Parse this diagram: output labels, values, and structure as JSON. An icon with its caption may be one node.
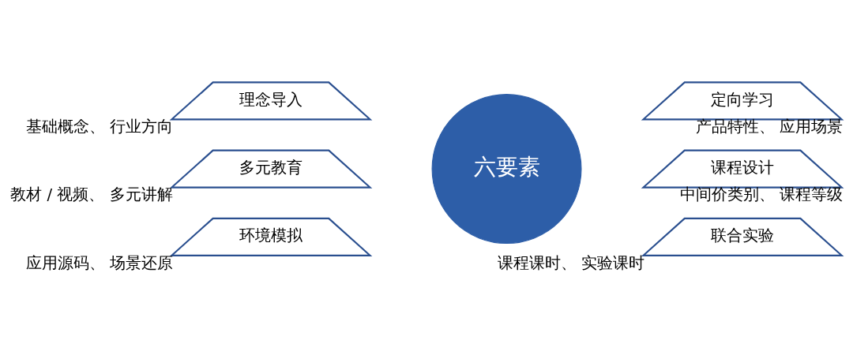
{
  "diagram": {
    "nodes": [
      {
        "text": [
          "理念导入"
        ],
        "beside": [
          "基础概念、 行业方向"
        ]
      },
      {
        "text": [
          "定向学习"
        ],
        "beside": [
          "产品特性、 应用场景"
        ]
      },
      {
        "text": [
          "多元教育"
        ],
        "beside": [
          "教材 / 视频、 多元讲解"
        ]
      },
      {
        "text": [
          "六要素"
        ]
      },
      {
        "text": [
          "课程设计"
        ],
        "beside": [
          "中间价类别、 课程等级"
        ]
      },
      {
        "text": [
          "环境模拟"
        ],
        "beside": [
          "应用源码、 场景还原"
        ]
      },
      {
        "text": [
          "联合实验"
        ],
        "beside": [
          "课程课时、 实验课时"
        ]
      }
    ]
  }
}
